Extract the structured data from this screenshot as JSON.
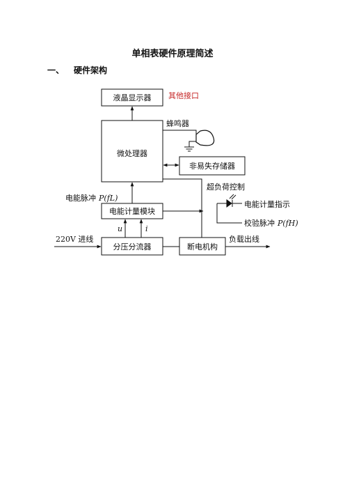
{
  "doc": {
    "title": "单相表硬件原理简述",
    "section_number": "一、",
    "section_title": "硬件架构"
  },
  "diagram": {
    "lcd": "液晶显示器",
    "other_interface": "其他接口",
    "buzzer": "蜂鸣器",
    "mcu": "微处理器",
    "eeprom": "非易失存储器",
    "overload_control": "超负荷控制",
    "energy_pulse_prefix": "电能脉冲",
    "energy_pulse_formula": "P(fL)",
    "metering_module": "电能计量模块",
    "metering_indicator": "电能计量指示",
    "verify_pulse_prefix": "校验脉冲",
    "verify_pulse_formula": "P(fH)",
    "u_label": "u",
    "i_label": "i",
    "input_line": "220V 进线",
    "divider": "分压分流器",
    "breaker": "断电机构",
    "output_line": "负载出线"
  }
}
